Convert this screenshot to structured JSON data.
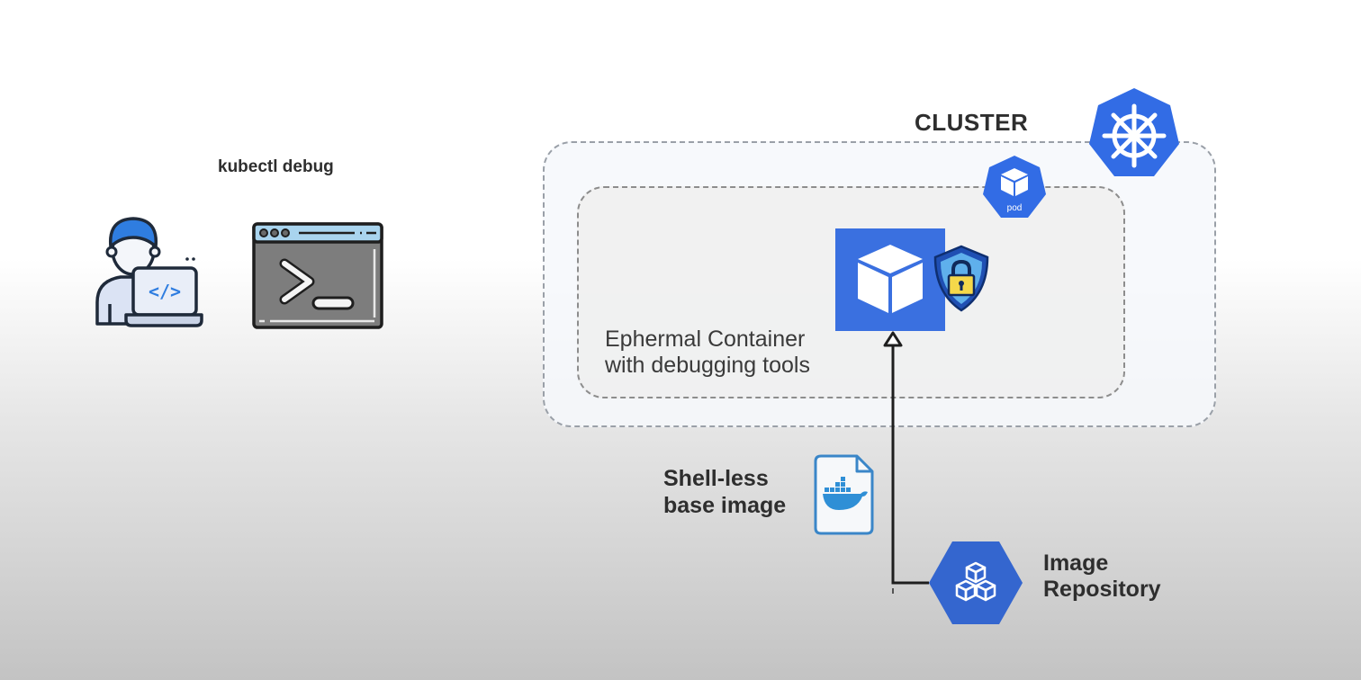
{
  "diagram": {
    "command_label": "kubectl debug",
    "cluster_label": "CLUSTER",
    "pod_badge_label": "pod",
    "ephemeral_container_label_line1": "Ephermal Container",
    "ephemeral_container_label_line2": "with debugging tools",
    "base_image_label_line1": "Shell-less",
    "base_image_label_line2": "base image",
    "repository_label_line1": "Image",
    "repository_label_line2": "Repository",
    "icons": {
      "developer": "developer-with-laptop-icon",
      "terminal": "terminal-window-icon",
      "kubernetes": "kubernetes-helm-icon",
      "pod": "pod-cube-icon",
      "container": "container-cube-icon",
      "security": "shield-lock-icon",
      "docker_file": "docker-file-icon",
      "repository": "image-repository-icon"
    },
    "colors": {
      "k8s_blue": "#326ce5",
      "container_blue": "#3a70e0",
      "shield_yellow": "#f5d84a",
      "docker_blue": "#2f8fd6",
      "terminal_gray": "#7a7a7a",
      "terminal_bar": "#a9d4ee"
    }
  }
}
